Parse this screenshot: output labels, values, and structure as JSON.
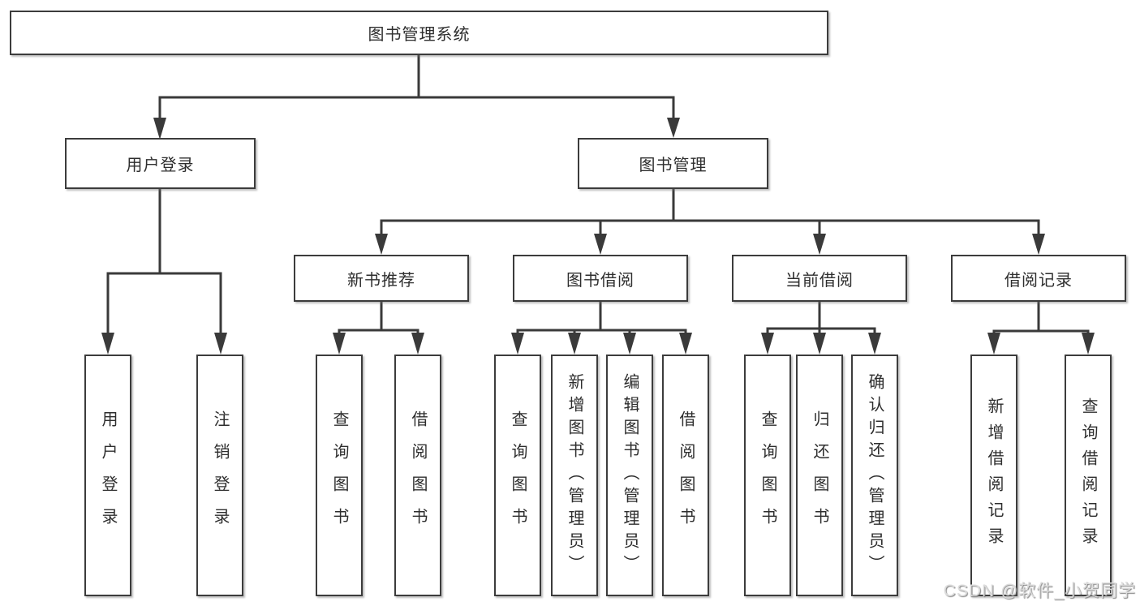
{
  "nodes": {
    "root": {
      "label": "图书管理系统"
    },
    "level2": [
      {
        "label": "用户登录"
      },
      {
        "label": "图书管理"
      }
    ],
    "level3": [
      {
        "label": "新书推荐"
      },
      {
        "label": "图书借阅"
      },
      {
        "label": "当前借阅"
      },
      {
        "label": "借阅记录"
      }
    ],
    "leaves_user": [
      {
        "label": "用户登录"
      },
      {
        "label": "注销登录"
      }
    ],
    "leaves_recommend": [
      {
        "label": "查询图书"
      },
      {
        "label": "借阅图书"
      }
    ],
    "leaves_borrow": [
      {
        "label": "查询图书"
      },
      {
        "label": "新增图书（管理员）"
      },
      {
        "label": "编辑图书（管理员）"
      },
      {
        "label": "借阅图书"
      }
    ],
    "leaves_current": [
      {
        "label": "查询图书"
      },
      {
        "label": "归还图书"
      },
      {
        "label": "确认归还（管理员）"
      }
    ],
    "leaves_records": [
      {
        "label": "新增借阅记录"
      },
      {
        "label": "查询借阅记录"
      }
    ]
  },
  "watermark": "CSDN @软件_小贺同学",
  "colors": {
    "line": "#3a3a3a",
    "box_border": "#3c3c3c",
    "text": "#2e2e2e",
    "background": "#ffffff",
    "watermark": "#dcdcdc"
  }
}
